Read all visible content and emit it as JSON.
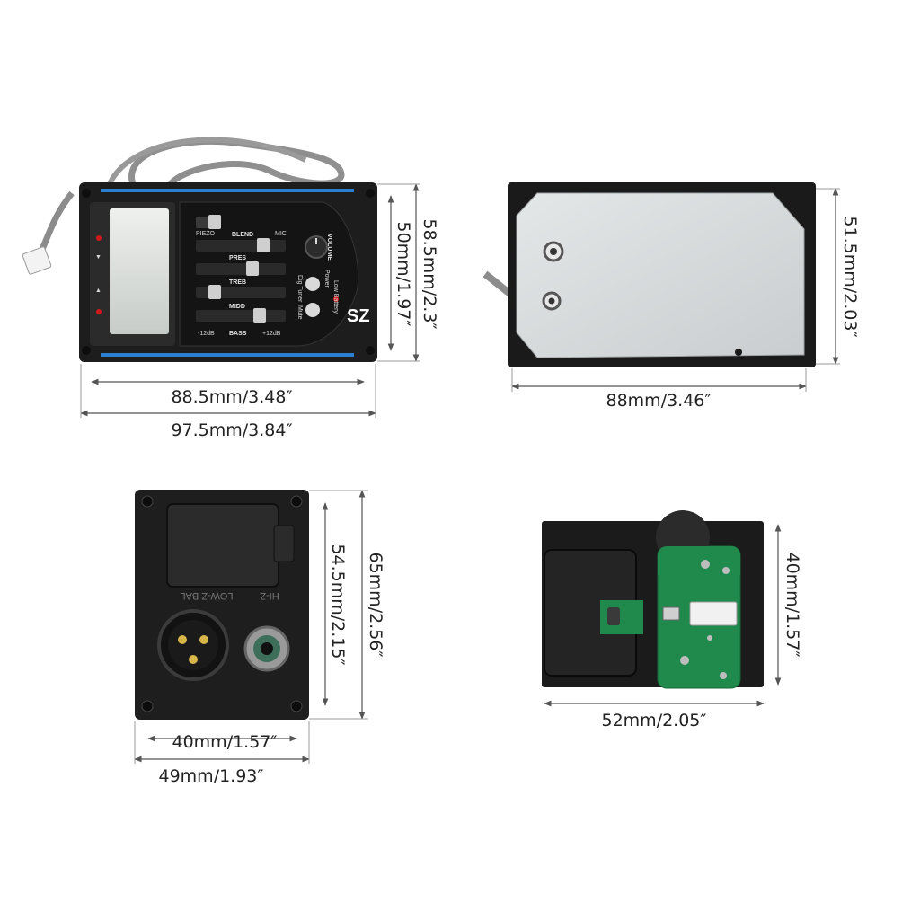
{
  "watermark": "SZ",
  "colors": {
    "background": "#ffffff",
    "panel": "#1c1c1c",
    "accent_stripe": "#2a7fd0",
    "pcb": "#1f8a4c",
    "plate": "#d8dbdc",
    "led": "#d01a1a"
  },
  "views": {
    "front_panel": {
      "dims": {
        "inner_width": "88.5mm/3.48″",
        "outer_width": "97.5mm/3.84″",
        "inner_height": "50mm/1.97″",
        "outer_height": "58.5mm/2.3″"
      },
      "labels": {
        "piezo": "PIEZO",
        "blend": "BLEND",
        "mic": "MIC",
        "pres": "PRES",
        "treb": "TREB",
        "midd": "MIDD",
        "bass": "BASS",
        "volume": "VOLUME",
        "power": "Power",
        "low_battery": "Low Battery",
        "dig_tuner": "Dig Tuner",
        "mute": "Mute",
        "db_minus": "-12dB",
        "db_plus": "+12dB"
      }
    },
    "back_plate": {
      "dims": {
        "width": "88mm/3.46″",
        "height": "51.5mm/2.03″"
      }
    },
    "jack_panel": {
      "dims": {
        "inner_height": "54.5mm/2.15″",
        "outer_height": "65mm/2.56″",
        "inner_width": "40mm/1.57″",
        "outer_width": "49mm/1.93″"
      },
      "labels": {
        "low_z": "LOW-Z BAL",
        "hi_z": "HI-Z"
      }
    },
    "battery_board": {
      "dims": {
        "width": "52mm/2.05″",
        "height": "40mm/1.57″"
      }
    }
  }
}
